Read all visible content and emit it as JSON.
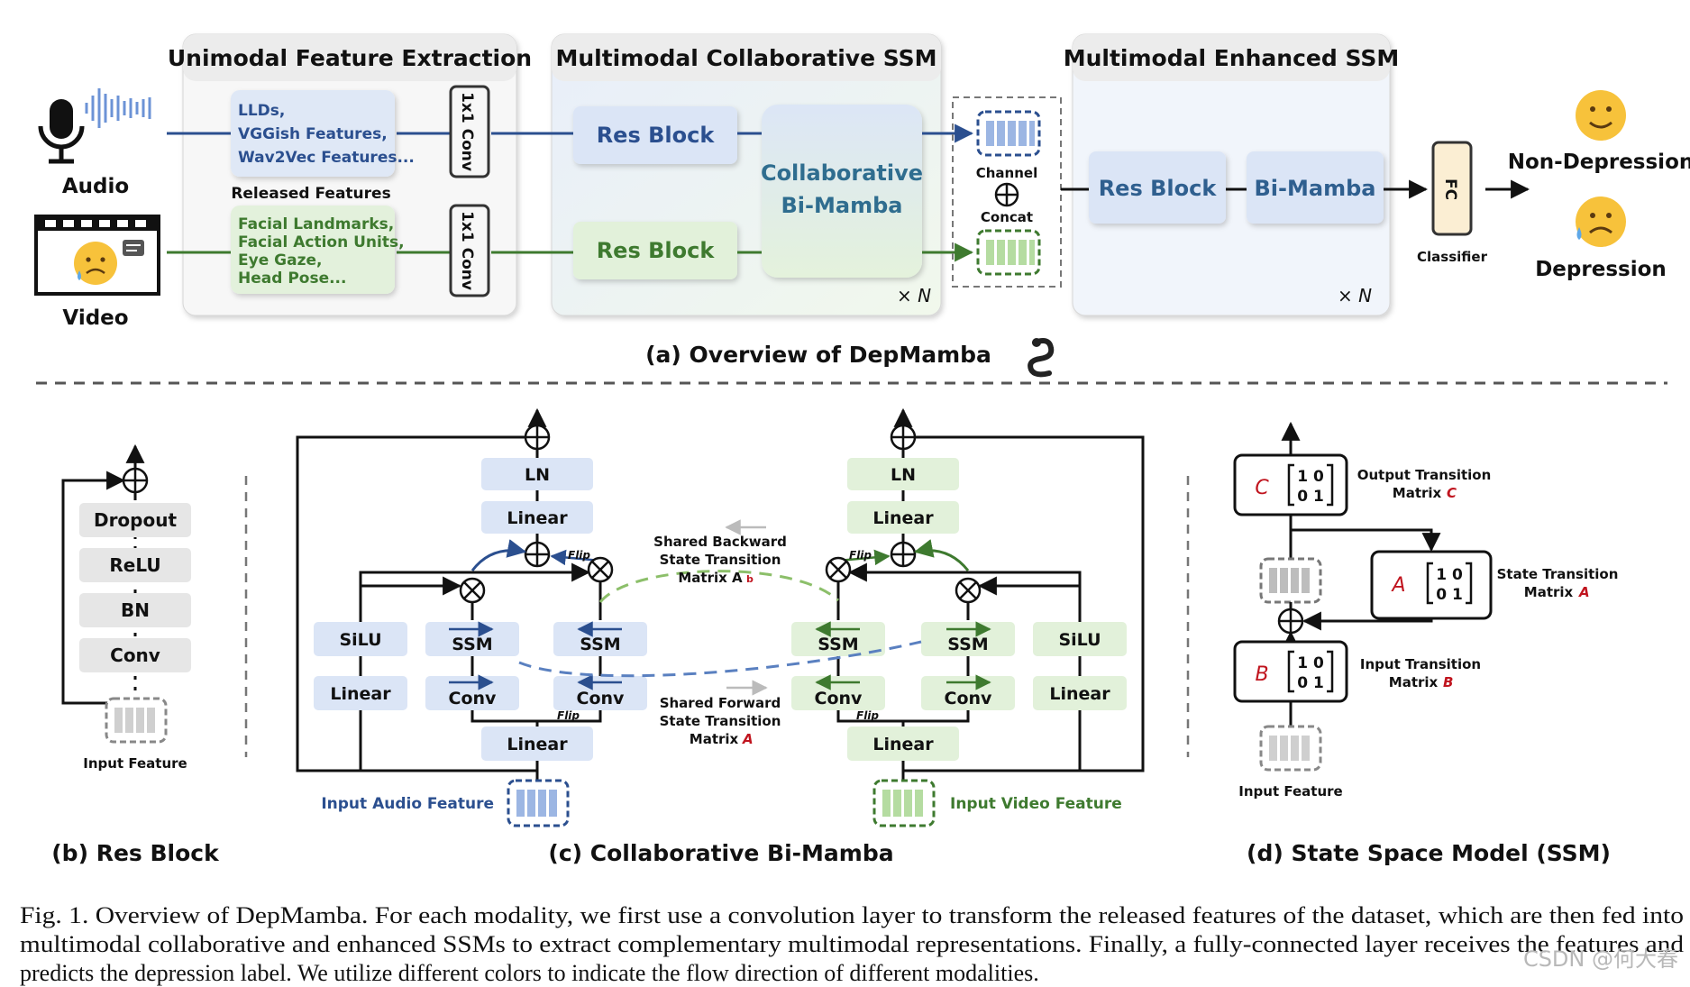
{
  "panel_a": {
    "box1_title": "Unimodal Feature Extraction",
    "box2_title": "Multimodal Collaborative SSM",
    "box3_title": "Multimodal Enhanced SSM",
    "audio_label": "Audio",
    "video_label": "Video",
    "audio_features": [
      "LLDs,",
      "VGGish Features,",
      "Wav2Vec Features..."
    ],
    "video_features": [
      "Facial Landmarks,",
      "Facial Action Units,",
      "Eye Gaze,",
      "Head Pose..."
    ],
    "released_features": "Released Features",
    "conv_label": "1x1 Conv",
    "res_block": "Res Block",
    "collab_line1": "Collaborative",
    "collab_line2": "Bi-Mamba",
    "times_n": "× N",
    "channel": "Channel",
    "concat": "Concat",
    "bi_mamba": "Bi-Mamba",
    "fc": "FC",
    "classifier": "Classifier",
    "non_depression": "Non-Depression",
    "depression": "Depression",
    "overview_caption": "(a) Overview of DepMamba"
  },
  "panel_b": {
    "layers": [
      "Dropout",
      "ReLU",
      "BN",
      "Conv"
    ],
    "input": "Input Feature",
    "caption": "(b) Res Block"
  },
  "panel_c": {
    "ln": "LN",
    "linear": "Linear",
    "silu": "SiLU",
    "ssm": "SSM",
    "conv": "Conv",
    "flip": "Flip",
    "shared_backward": [
      "Shared Backward",
      "State Transition",
      "Matrix A"
    ],
    "shared_backward_sub": "b",
    "shared_forward": [
      "Shared Forward",
      "State Transition",
      "Matrix "
    ],
    "shared_forward_sym": "A",
    "input_audio": "Input Audio Feature",
    "input_video": "Input Video Feature",
    "caption": "(c) Collaborative Bi-Mamba"
  },
  "panel_d": {
    "c_letter": "C",
    "a_letter": "A",
    "b_letter": "B",
    "matrix_row1": "1 0",
    "matrix_row2": "0 1",
    "output_label": [
      "Output Transition",
      "Matrix "
    ],
    "state_label": [
      "State Transition",
      "Matrix "
    ],
    "input_tr_label": [
      "Input Transition",
      "Matrix "
    ],
    "input_feature": "Input Feature",
    "caption": "(d) State Space Model (SSM)"
  },
  "figure_caption": [
    "Fig. 1.  Overview of DepMamba. For each modality, we first use a convolution layer to transform the released features of the dataset, which are then fed into",
    "multimodal collaborative and enhanced SSMs to extract complementary multimodal representations. Finally, a fully-connected layer receives the features and",
    "predicts the depression label. We utilize different colors to indicate the flow direction of different modalities."
  ],
  "watermark": "CSDN @何大春",
  "colors": {
    "audio_blue": "#2b4f8f",
    "video_green": "#3e7a2f",
    "audio_fill": "#dfe8f6",
    "video_fill": "#e3f1dc",
    "matrix_red": "#c0141e"
  }
}
